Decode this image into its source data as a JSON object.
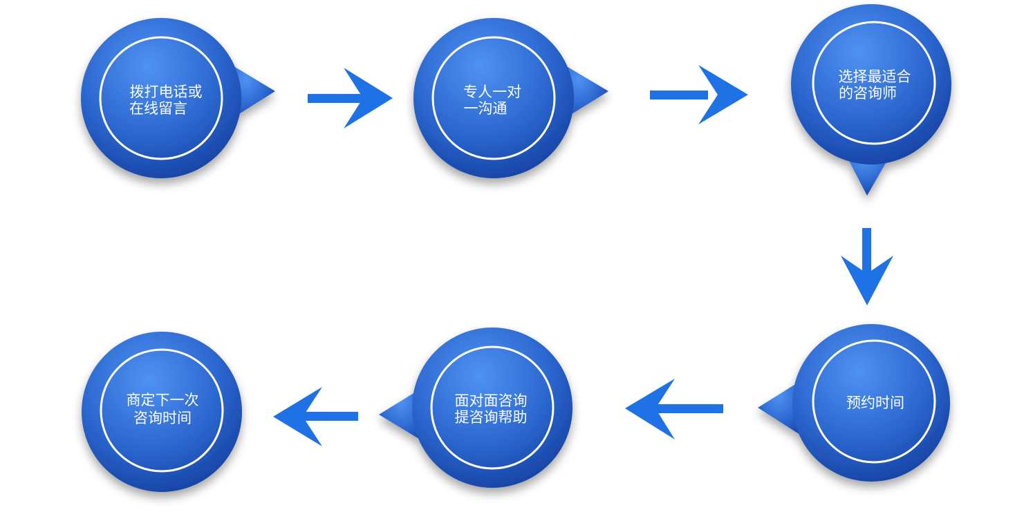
{
  "colors": {
    "bubble_light": "#4b8cf0",
    "bubble_mid": "#2f6fd6",
    "bubble_dark": "#123b99",
    "arrow": "#1f72e6",
    "ring": "#ffffff",
    "text": "#ffffff"
  },
  "steps": [
    {
      "line1": "拨打电话或",
      "line2": "在线留言"
    },
    {
      "line1": "专人一对",
      "line2": "一沟通"
    },
    {
      "line1": "选择最适合",
      "line2": "的咨询师"
    },
    {
      "line1": "预约时间",
      "line2": ""
    },
    {
      "line1": "面对面咨询",
      "line2": "提咨询帮助"
    },
    {
      "line1": "商定下一次",
      "line2": "咨询时间"
    }
  ],
  "connectors": [
    {
      "from": 1,
      "to": 2,
      "direction": "right"
    },
    {
      "from": 2,
      "to": 3,
      "direction": "right"
    },
    {
      "from": 3,
      "to": 4,
      "direction": "down"
    },
    {
      "from": 4,
      "to": 5,
      "direction": "left"
    },
    {
      "from": 5,
      "to": 6,
      "direction": "left"
    }
  ]
}
